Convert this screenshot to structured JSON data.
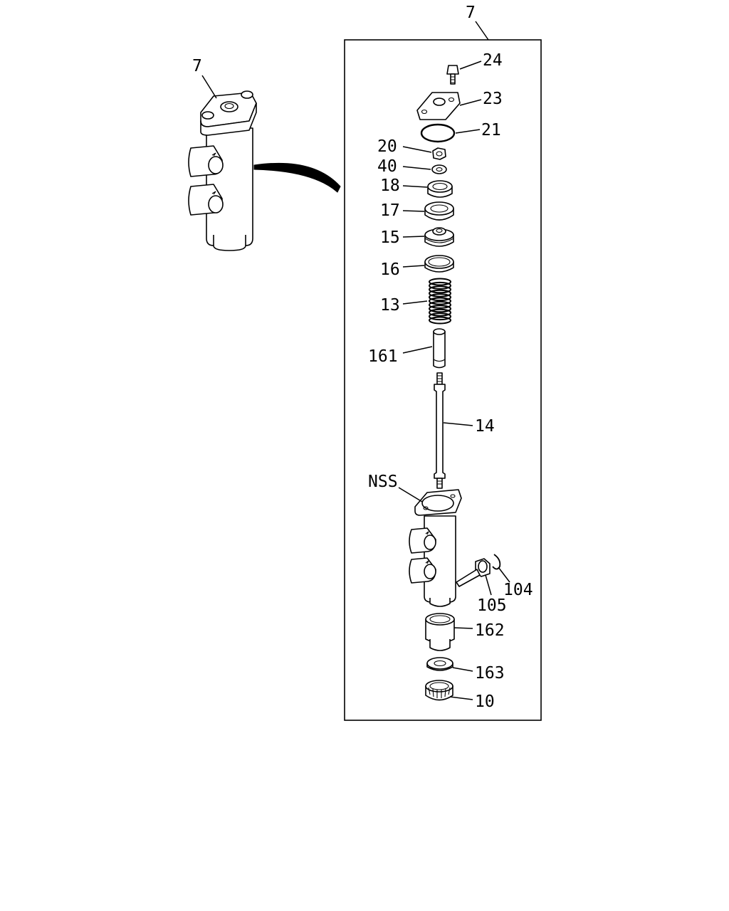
{
  "diagram": {
    "assembly_label_left": "7",
    "assembly_label_top": "7",
    "parts": [
      {
        "id": "24",
        "label": "24"
      },
      {
        "id": "23",
        "label": "23"
      },
      {
        "id": "21",
        "label": "21"
      },
      {
        "id": "20",
        "label": "20"
      },
      {
        "id": "40",
        "label": "40"
      },
      {
        "id": "18",
        "label": "18"
      },
      {
        "id": "17",
        "label": "17"
      },
      {
        "id": "15",
        "label": "15"
      },
      {
        "id": "16",
        "label": "16"
      },
      {
        "id": "13",
        "label": "13"
      },
      {
        "id": "161",
        "label": "161"
      },
      {
        "id": "14",
        "label": "14"
      },
      {
        "id": "NSS",
        "label": "NSS"
      },
      {
        "id": "105",
        "label": "105"
      },
      {
        "id": "104",
        "label": "104"
      },
      {
        "id": "162",
        "label": "162"
      },
      {
        "id": "163",
        "label": "163"
      },
      {
        "id": "10",
        "label": "10"
      }
    ]
  }
}
